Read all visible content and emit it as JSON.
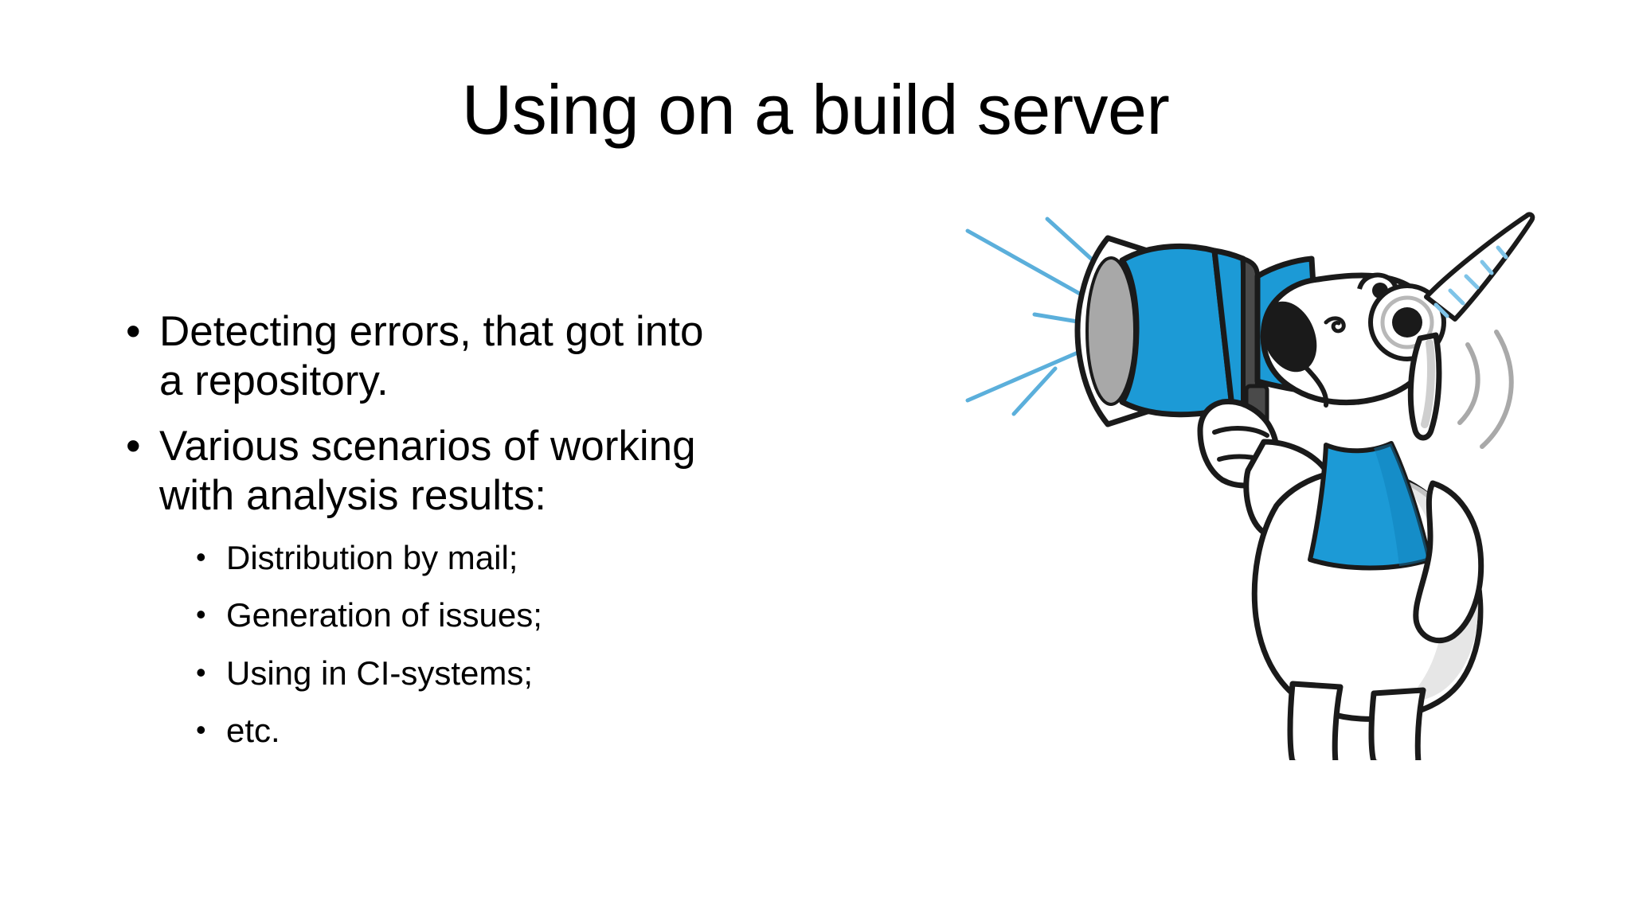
{
  "slide": {
    "title": "Using on a build server",
    "background_color": "#ffffff",
    "text_color": "#000000",
    "bullets": [
      {
        "marker": "•",
        "text": "Detecting errors, that got into a repository."
      },
      {
        "marker": "•",
        "text": "Various scenarios of working with analysis results:"
      }
    ],
    "sub_bullets": [
      {
        "marker": "•",
        "text": "Distribution by mail;"
      },
      {
        "marker": "•",
        "text": "Generation of issues;"
      },
      {
        "marker": "•",
        "text": "Using in CI-systems;"
      },
      {
        "marker": "•",
        "text": "etc."
      }
    ]
  },
  "illustration": {
    "name": "unicorn-with-megaphone",
    "colors": {
      "brand_blue": "#1C9AD6",
      "ray_blue": "#5BAFDB",
      "horn_stripe": "#7FC4E8",
      "outline": "#1A1A1A",
      "shadow_gray": "#D9D9D9",
      "cone_inner_gray": "#A8A8A8",
      "handle_gray": "#4A4A4A",
      "body_white": "#FFFFFF"
    },
    "parts": [
      "sound-rays",
      "megaphone-cone",
      "megaphone-band",
      "megaphone-handle",
      "unicorn-hand",
      "unicorn-head",
      "unicorn-nose",
      "unicorn-eye",
      "unicorn-horn",
      "unicorn-ear",
      "unicorn-body",
      "unicorn-shirt",
      "unicorn-legs",
      "motion-arcs"
    ]
  }
}
